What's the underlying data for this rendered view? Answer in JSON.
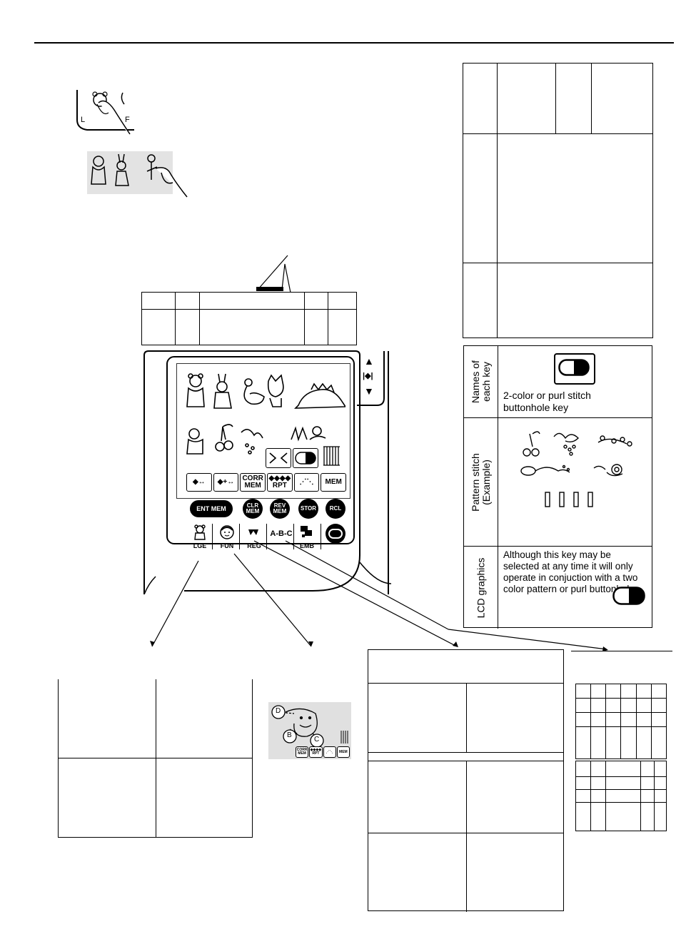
{
  "key_table": {
    "names_heading": "Names of each key",
    "key_name": "2-color or purl stitch buttonhole key",
    "pattern_heading": "Pattern stitch (Example)",
    "lcd_heading": "LCD graphics",
    "lcd_description": "Although this key may be selected at any time it will only operate in conjuction with a two color pattern or purl buttonhole."
  },
  "panel": {
    "edit_keys": [
      "◆↔",
      "◆+↔",
      "CORR MEM",
      "◆◆◆◆ RPT",
      "⋰⋱",
      "MEM"
    ],
    "memory_keys": {
      "ent_mem": "ENT MEM",
      "clr_mem": "CLR MEM",
      "rev_mem": "REV MEM",
      "stor": "STOR",
      "rcl": "RCL"
    },
    "mode_keys": [
      "LGE",
      "FUN",
      "REG",
      "A-B-C",
      "EMB"
    ],
    "finger_key_labels": [
      "L",
      "F"
    ]
  },
  "inset": {
    "points": [
      "D",
      "B",
      "C"
    ],
    "keys": [
      "CORR MEM",
      "◆◆◆◆ RPT",
      "⋰⋱",
      "MEM"
    ]
  },
  "scroll_arrows": {
    "up": "▲",
    "mid": "|◆|",
    "down": "▼"
  }
}
